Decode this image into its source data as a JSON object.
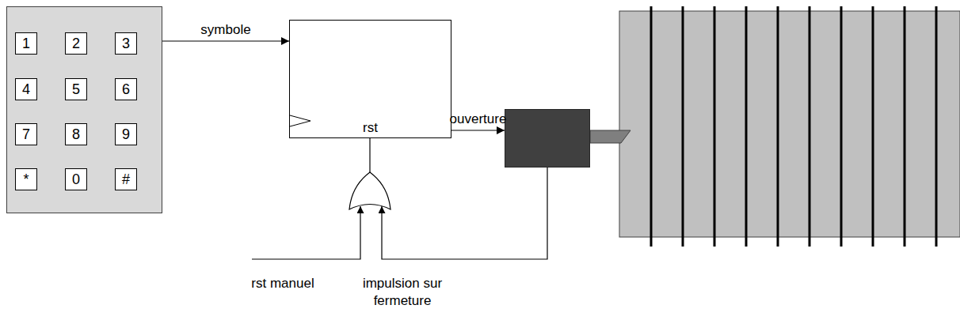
{
  "diagram": {
    "nodes": [
      {
        "text": []
      },
      {
        "text": [
          "1"
        ],
        "in": 0
      },
      {
        "text": [
          "2"
        ],
        "in": 0
      },
      {
        "text": [
          "3"
        ],
        "in": 0
      },
      {
        "text": [
          "4"
        ],
        "in": 0
      },
      {
        "text": [
          "5"
        ],
        "in": 0
      },
      {
        "text": [
          "6"
        ],
        "in": 0
      },
      {
        "text": [
          "7"
        ],
        "in": 0
      },
      {
        "text": [
          "8"
        ],
        "in": 0
      },
      {
        "text": [
          "9"
        ],
        "in": 0
      },
      {
        "text": [
          "*"
        ],
        "in": 0
      },
      {
        "text": [
          "0"
        ],
        "in": 0
      },
      {
        "text": [
          "#"
        ],
        "in": 0
      },
      {
        "text": [
          "rst"
        ]
      },
      {
        "text": []
      }
    ],
    "edges": [
      {
        "from": 0,
        "to": 13,
        "label": "symbole",
        "arrow": "to"
      },
      {
        "from": 13,
        "to": 14,
        "label": "ouverture",
        "arrow": "to"
      }
    ],
    "labels": [
      "rst manuel",
      "impulsion sur fermeture"
    ]
  }
}
